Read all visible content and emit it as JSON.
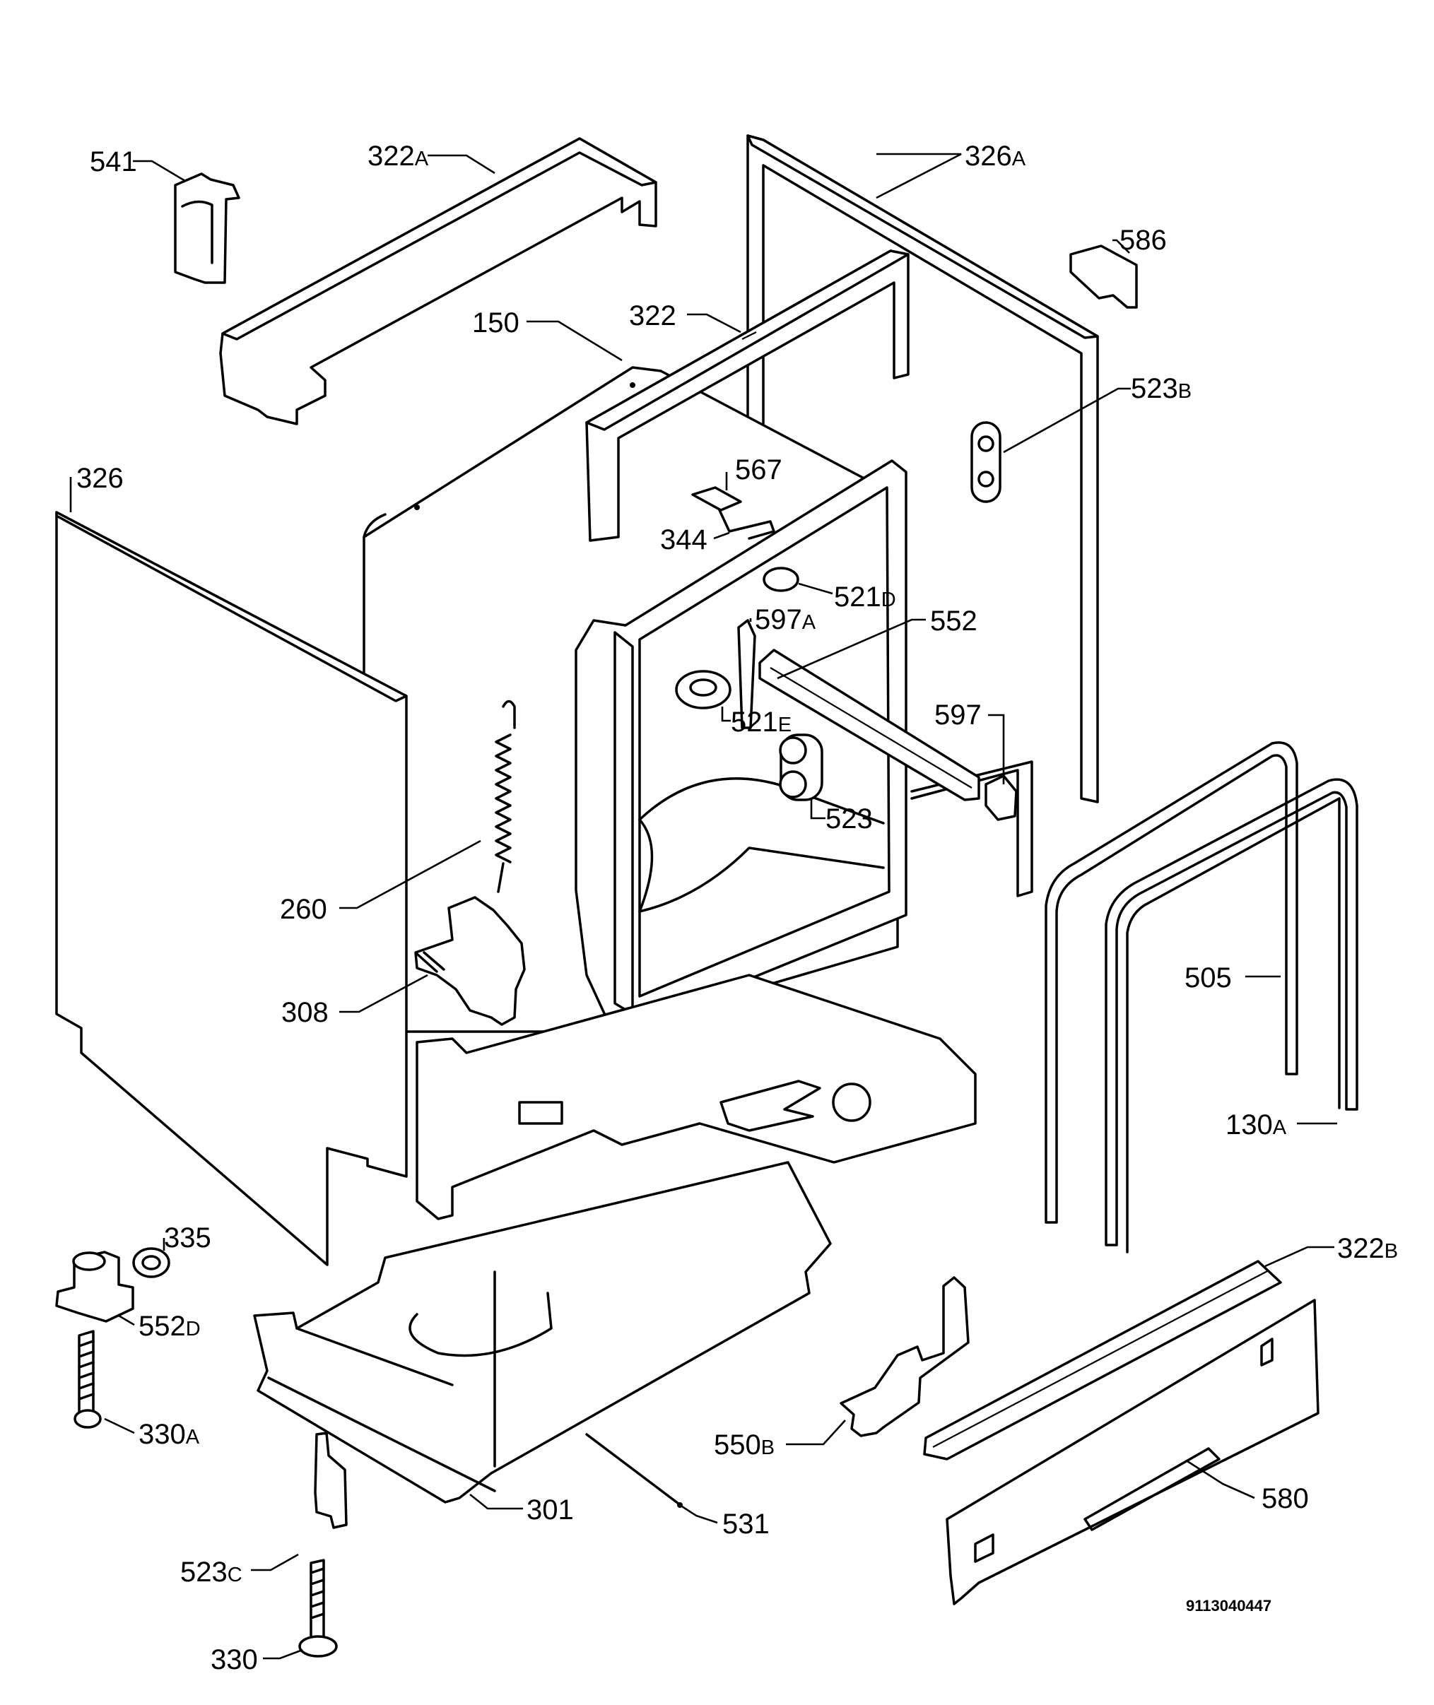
{
  "labels": {
    "l541": {
      "num": "541",
      "suffix": ""
    },
    "l322a": {
      "num": "322",
      "suffix": "A"
    },
    "l326a": {
      "num": "326",
      "suffix": "A"
    },
    "l586": {
      "num": "586",
      "suffix": ""
    },
    "l150": {
      "num": "150",
      "suffix": ""
    },
    "l322": {
      "num": "322",
      "suffix": ""
    },
    "l523b": {
      "num": "523",
      "suffix": "B"
    },
    "l326": {
      "num": "326",
      "suffix": ""
    },
    "l567": {
      "num": "567",
      "suffix": ""
    },
    "l344": {
      "num": "344",
      "suffix": ""
    },
    "l521d": {
      "num": "521",
      "suffix": "D"
    },
    "l597a": {
      "num": "597",
      "suffix": "A"
    },
    "l552": {
      "num": "552",
      "suffix": ""
    },
    "l521e": {
      "num": "521",
      "suffix": "E"
    },
    "l597": {
      "num": "597",
      "suffix": ""
    },
    "l523": {
      "num": "523",
      "suffix": ""
    },
    "l260": {
      "num": "260",
      "suffix": ""
    },
    "l308": {
      "num": "308",
      "suffix": ""
    },
    "l505": {
      "num": "505",
      "suffix": ""
    },
    "l130a": {
      "num": "130",
      "suffix": "A"
    },
    "l335": {
      "num": "335",
      "suffix": ""
    },
    "l322b": {
      "num": "322",
      "suffix": "B"
    },
    "l552d": {
      "num": "552",
      "suffix": "D"
    },
    "l330a": {
      "num": "330",
      "suffix": "A"
    },
    "l550b": {
      "num": "550",
      "suffix": "B"
    },
    "l580": {
      "num": "580",
      "suffix": ""
    },
    "l301": {
      "num": "301",
      "suffix": ""
    },
    "l531": {
      "num": "531",
      "suffix": ""
    },
    "l523c": {
      "num": "523",
      "suffix": "C"
    },
    "l330": {
      "num": "330",
      "suffix": ""
    }
  },
  "diagram_code": "9113040447"
}
